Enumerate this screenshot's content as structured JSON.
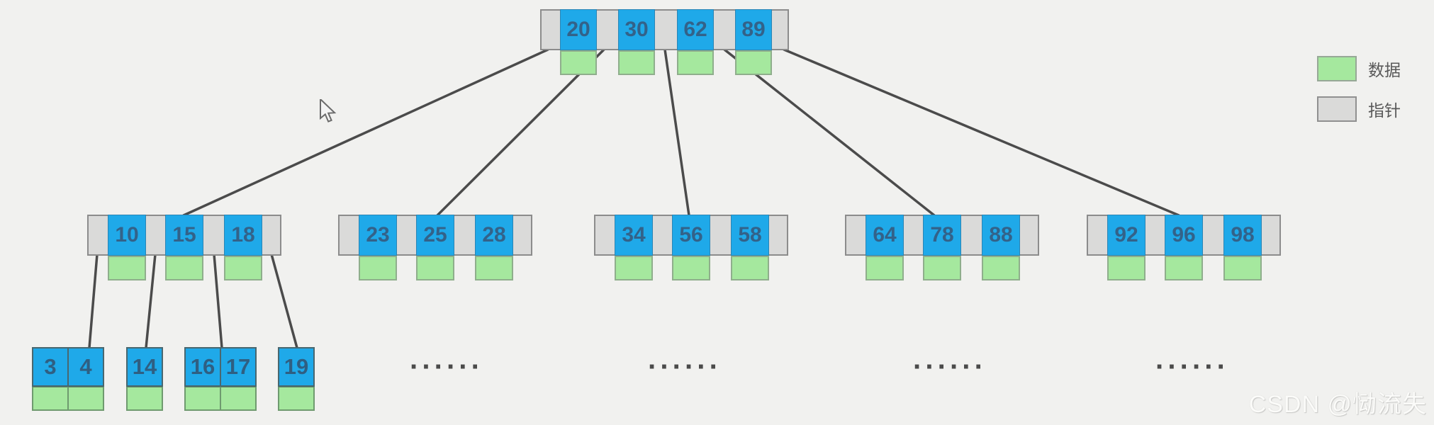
{
  "tree": {
    "root": {
      "keys": [
        "20",
        "30",
        "62",
        "89"
      ]
    },
    "internal": [
      {
        "keys": [
          "10",
          "15",
          "18"
        ]
      },
      {
        "keys": [
          "23",
          "25",
          "28"
        ]
      },
      {
        "keys": [
          "34",
          "56",
          "58"
        ]
      },
      {
        "keys": [
          "64",
          "78",
          "88"
        ]
      },
      {
        "keys": [
          "92",
          "96",
          "98"
        ]
      }
    ],
    "leaves": [
      {
        "keys": [
          "3",
          "4"
        ]
      },
      {
        "keys": [
          "14"
        ]
      },
      {
        "keys": [
          "16",
          "17"
        ]
      },
      {
        "keys": [
          "19"
        ]
      }
    ],
    "ellipsis": "······"
  },
  "legend": {
    "items": [
      {
        "label": "数据",
        "color": "#a5e89e"
      },
      {
        "label": "指针",
        "color": "#dadad9"
      }
    ]
  },
  "watermark": "CSDN @恸流失",
  "colors": {
    "background": "#f1f1ef",
    "key_blue": "#1fa9e9",
    "data_green": "#a5e89e",
    "pointer_gray": "#dadad9",
    "line": "#4b4b4b",
    "key_text": "#336289"
  }
}
